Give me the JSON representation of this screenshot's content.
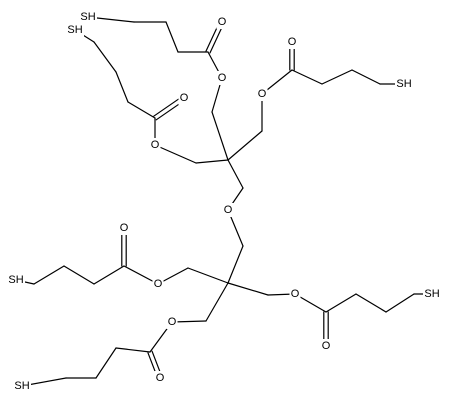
{
  "figure": {
    "kind": "chemical-structure",
    "colors": {
      "bond": "#000000",
      "label": "#000000",
      "background": "#ffffff"
    },
    "atom_symbols": {
      "oxygen": "O",
      "thiol": "SH"
    }
  }
}
